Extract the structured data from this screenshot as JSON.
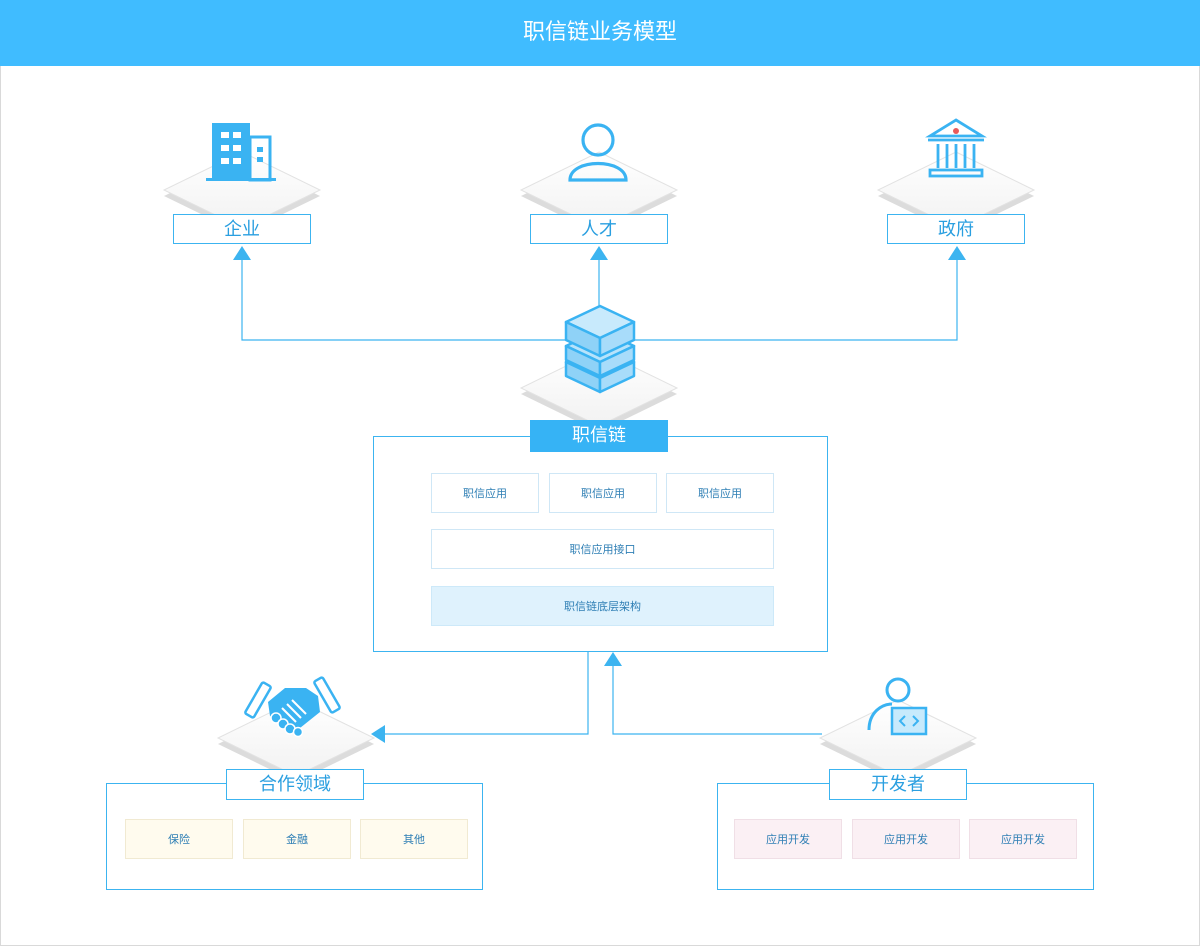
{
  "header": {
    "title": "职信链业务模型"
  },
  "stakeholders": {
    "enterprise": "企业",
    "talent": "人才",
    "government": "政府"
  },
  "chain": {
    "title": "职信链",
    "apps": [
      "职信应用",
      "职信应用",
      "职信应用"
    ],
    "api": "职信应用接口",
    "base": "职信链底层架构"
  },
  "cooperation": {
    "title": "合作领域",
    "items": [
      "保险",
      "金融",
      "其他"
    ]
  },
  "developers": {
    "title": "开发者",
    "items": [
      "应用开发",
      "应用开发",
      "应用开发"
    ]
  },
  "colors": {
    "header": "#40bcff",
    "accent": "#36b3f5",
    "line": "#3cb4f0"
  }
}
